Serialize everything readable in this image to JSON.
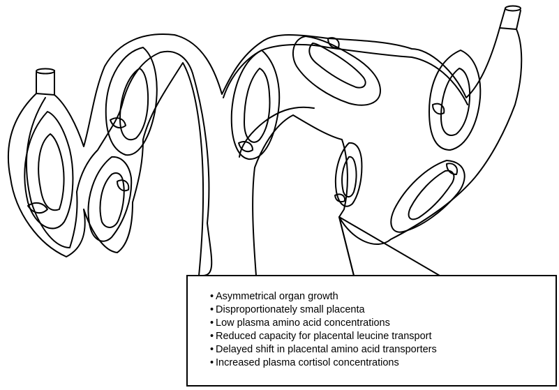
{
  "diagram": {
    "fetus_count": 8,
    "findings": [
      "Asymmetrical organ growth",
      "Disproportionately small placenta",
      "Low plasma amino acid concentrations",
      "Reduced capacity for placental leucine transport",
      "Delayed shift in placental amino acid transporters",
      "Increased plasma cortisol concentrations"
    ],
    "bullet_char": "•",
    "colors": {
      "line": "#000000",
      "background": "#ffffff"
    }
  }
}
